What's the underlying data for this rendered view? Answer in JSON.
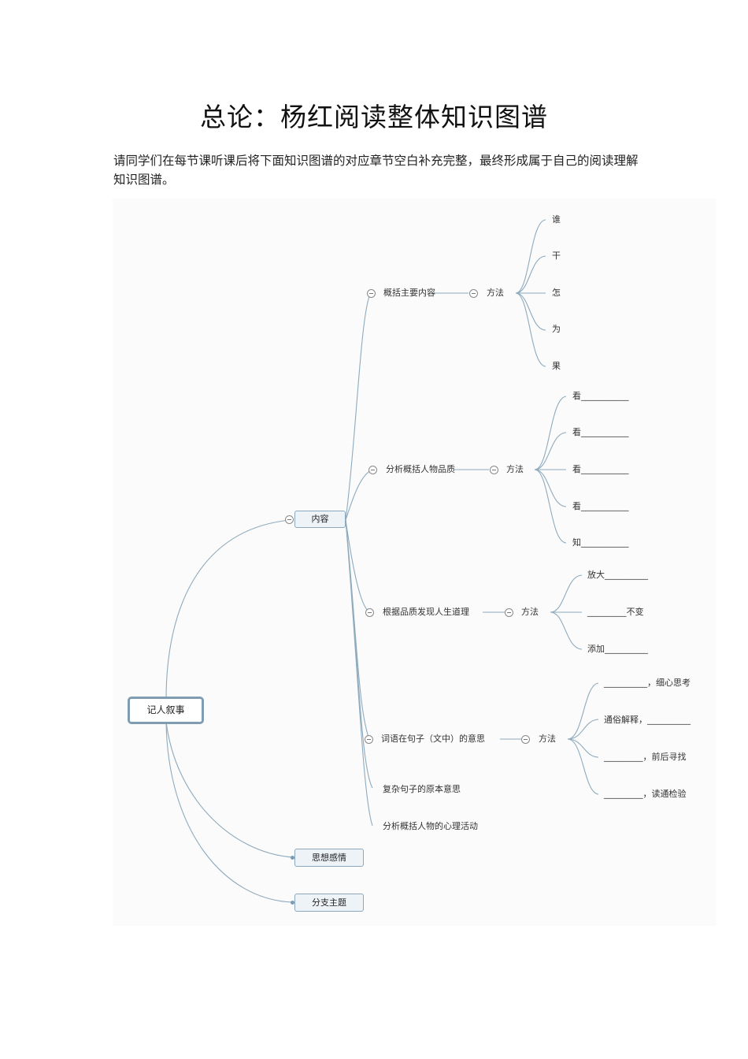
{
  "document": {
    "title": "总论：杨红阅读整体知识图谱",
    "intro": "请同学们在每节课听课后将下面知识图谱的对应章节空白补充完整，最终形成属于自己的阅读理解知识图谱。"
  },
  "mindmap": {
    "central": "记人叙事",
    "main_branches": [
      {
        "label": "内容"
      },
      {
        "label": "思想感情"
      },
      {
        "label": "分支主题"
      }
    ],
    "content_topics": [
      {
        "label": "概括主要内容",
        "method": "方法",
        "leaves": [
          "谁",
          "干",
          "怎",
          "为",
          "果"
        ]
      },
      {
        "label": "分析概括人物品质",
        "method": "方法",
        "leaves": [
          "看___________",
          "看___________",
          "看___________",
          "看___________",
          "知___________"
        ]
      },
      {
        "label": "根据品质发现人生道理",
        "method": "方法",
        "leaves": [
          "放大__________",
          "_________不变",
          "添加__________"
        ]
      },
      {
        "label": "词语在句子（文中）的意思",
        "method": "方法",
        "leaves": [
          "__________，细心思考",
          "通俗解释，__________",
          "_________，前后寻找",
          "_________，读通检验"
        ]
      },
      {
        "label": "复杂句子的原本意思"
      },
      {
        "label": "分析概括人物的心理活动"
      }
    ]
  },
  "colors": {
    "line": "#8eaabd",
    "node_fill": "#eef3f8",
    "node_border": "#8aa7bd",
    "map_bg": "#fbfbfb"
  }
}
